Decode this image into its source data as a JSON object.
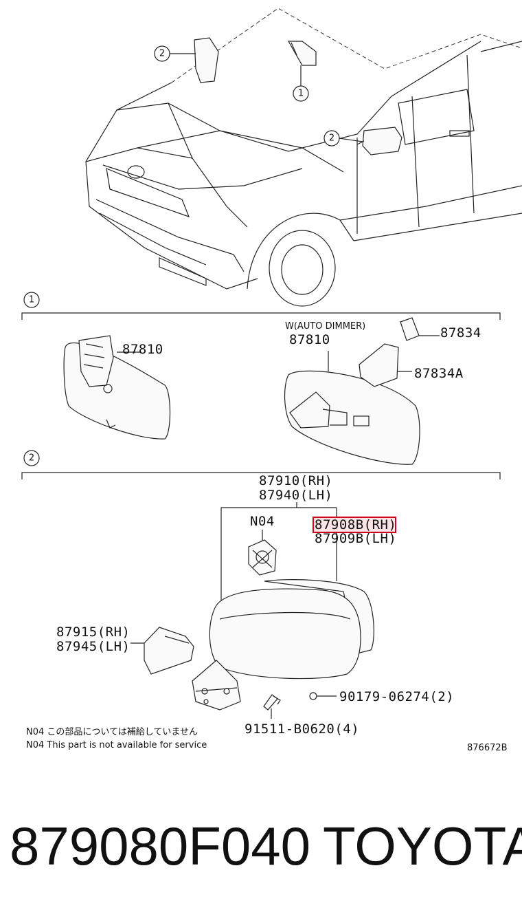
{
  "callouts": {
    "one": "1",
    "two": "2"
  },
  "section1": {
    "part_standard": "87810",
    "variant_label": "W(AUTO DIMMER)",
    "part_auto": "87810",
    "bracket": "87834",
    "bracket_cover": "87834A"
  },
  "section2": {
    "assy_rh": "87910(RH)",
    "assy_lh": "87940(LH)",
    "motor": "N04",
    "outer_rh": "87908B(RH)",
    "outer_lh": "87909B(LH)",
    "cover_rh": "87915(RH)",
    "cover_lh": "87945(LH)",
    "screw": "90179-06274(2)",
    "bolt": "91511-B0620(4)"
  },
  "notes": {
    "jp": "N04 この部品については補給していません",
    "en": "N04 This part is not available for service",
    "diagram_id": "876672B"
  },
  "footer": {
    "part_number": "879080F040",
    "brand": "TOYOTA"
  },
  "colors": {
    "highlight": "#d0021b",
    "highlight_fill": "#fbe4e6"
  }
}
